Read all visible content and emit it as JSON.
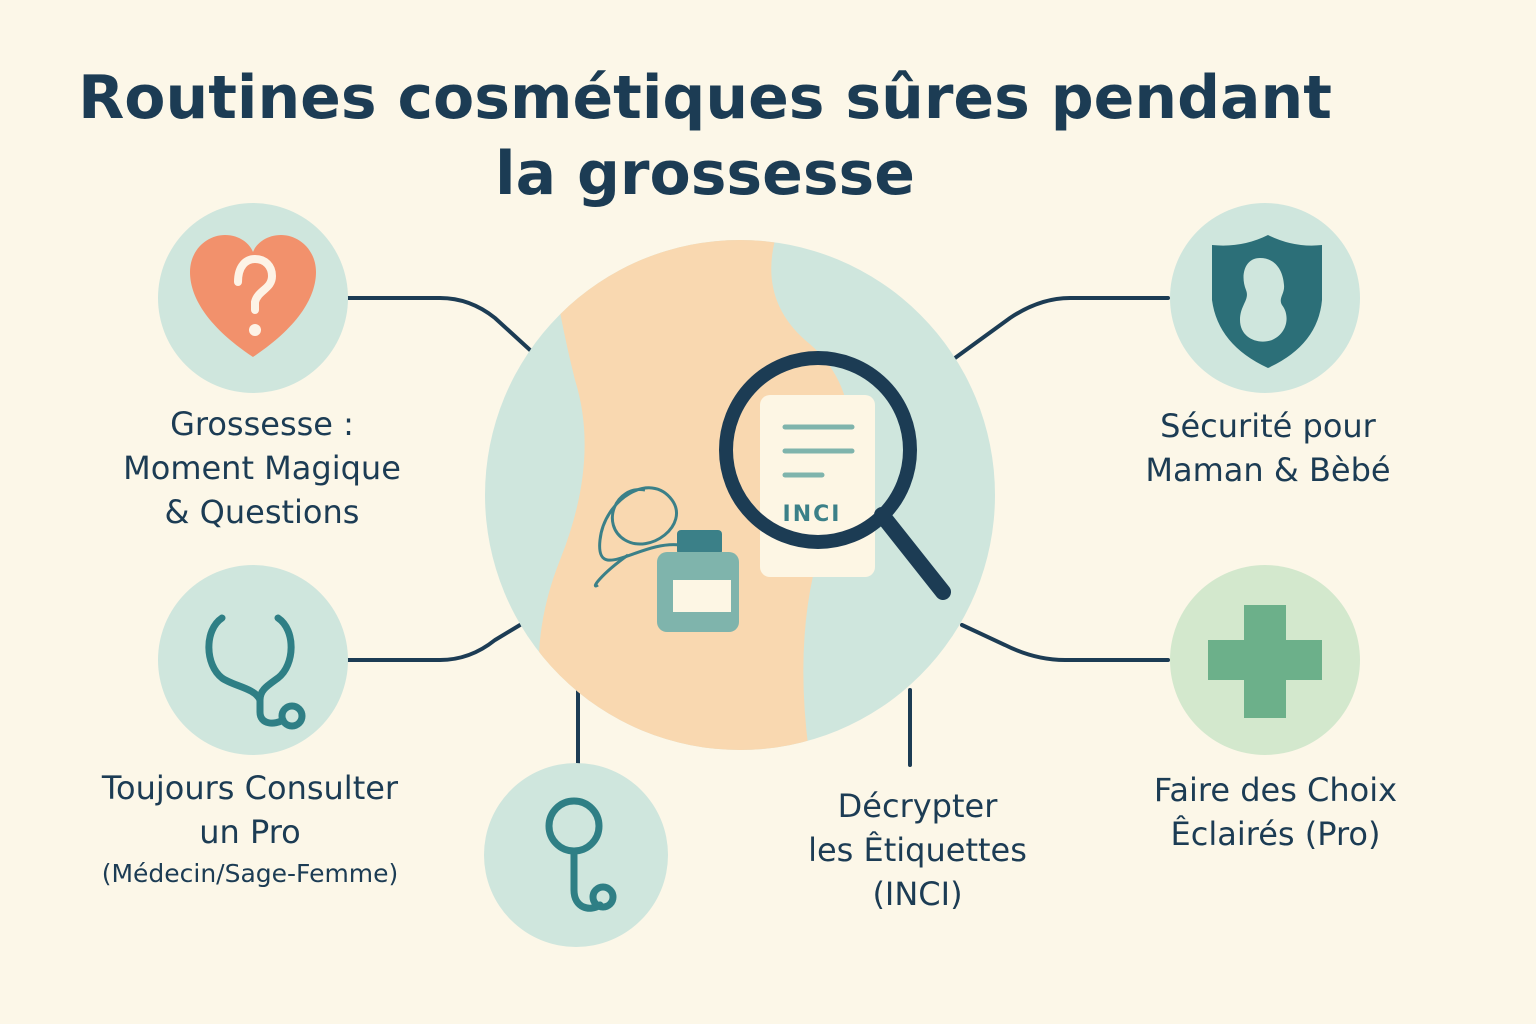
{
  "title": {
    "line1": "Routines cosmétiques sûres pendant",
    "line2": "la grossesse"
  },
  "center": {
    "document_text": "INCI"
  },
  "nodes": {
    "grossesse": {
      "icon": "heart-question-icon",
      "lines": [
        "Grossesse :",
        "Moment Magique",
        "& Questions"
      ]
    },
    "consulter": {
      "icon": "stethoscope-icon",
      "lines": [
        "Toujours Consulter",
        "un Pro"
      ],
      "note": "(Médecin/Sage-Femme)"
    },
    "stethoscope_bottom": {
      "icon": "stethoscope-icon"
    },
    "etiquettes": {
      "lines": [
        "Décrypter",
        "les Êtiquettes",
        "(INCI)"
      ]
    },
    "securite": {
      "icon": "shield-baby-icon",
      "lines": [
        "Sécurité pour",
        "Maman & Bèbé"
      ]
    },
    "choix": {
      "icon": "medical-cross-icon",
      "lines": [
        "Faire des Choix",
        "Êclairés (Pro)"
      ]
    }
  },
  "colors": {
    "background": "#fcf7e8",
    "text": "#1c3c54",
    "circle_teal": "#cfe6dd",
    "circle_green": "#d3e8cd",
    "peach": "#f9d8b0",
    "heart": "#f2916c",
    "teal_icon": "#2f7f85",
    "shield": "#2c6f78",
    "cross": "#6cb08a",
    "bottle": "#7fb4ac"
  }
}
